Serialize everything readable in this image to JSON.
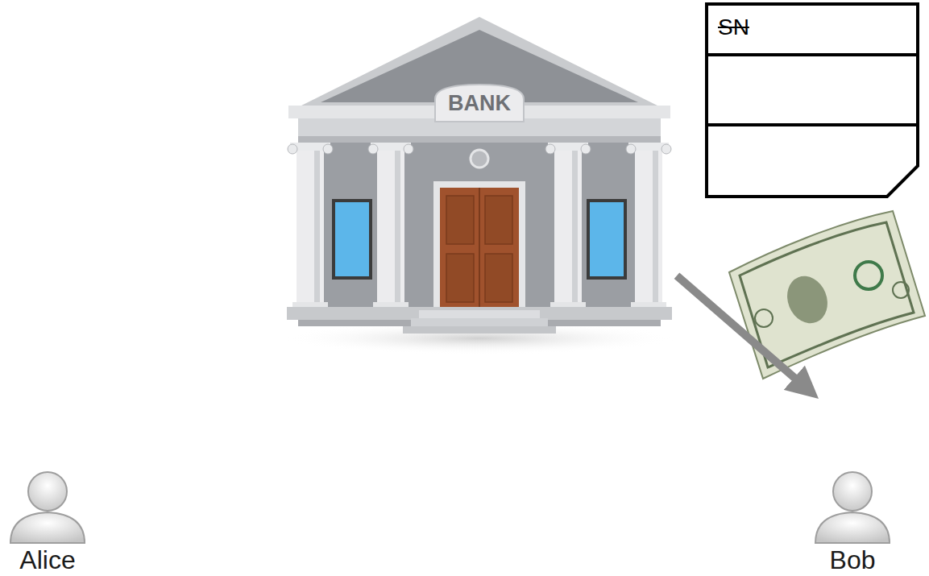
{
  "diagram": {
    "nodes": [
      {
        "text": [
          "BANK"
        ]
      },
      {
        "text": [
          "SN"
        ]
      },
      {
        "text": [
          "Alice"
        ]
      },
      {
        "text": [
          "Bob"
        ]
      }
    ],
    "edges": [
      {
        "from": 0,
        "to": 3,
        "arrow": "to"
      }
    ]
  }
}
